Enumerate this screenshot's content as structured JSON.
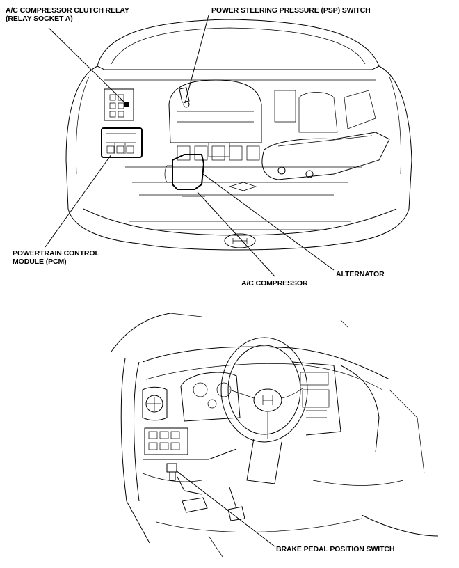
{
  "labels": {
    "ac_relay_line1": "A/C COMPRESSOR CLUTCH RELAY",
    "ac_relay_line2": "(RELAY SOCKET A)",
    "psp_switch": "POWER STEERING PRESSURE (PSP) SWITCH",
    "pcm_line1": "POWERTRAIN CONTROL",
    "pcm_line2": "MODULE (PCM)",
    "alternator": "ALTERNATOR",
    "ac_compressor": "A/C COMPRESSOR",
    "brake_switch": "BRAKE PEDAL POSITION SWITCH"
  }
}
